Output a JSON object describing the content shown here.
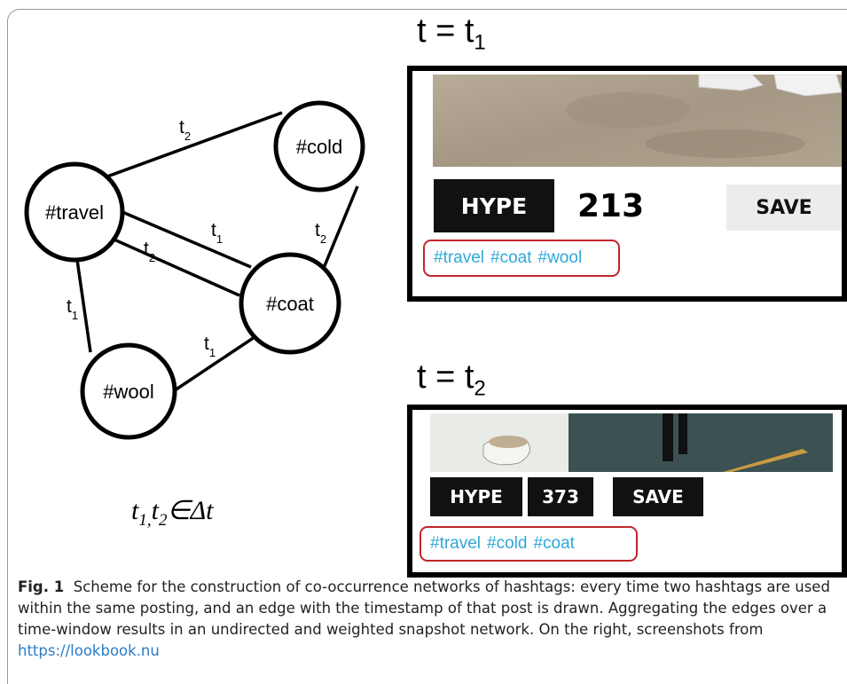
{
  "nodes": [
    {
      "id": "travel",
      "label": "#travel"
    },
    {
      "id": "cold",
      "label": "#cold"
    },
    {
      "id": "coat",
      "label": "#coat"
    },
    {
      "id": "wool",
      "label": "#wool"
    }
  ],
  "edges": [
    {
      "from": "travel",
      "to": "cold",
      "t": "t",
      "sub": "2"
    },
    {
      "from": "travel",
      "to": "coat",
      "t": "t",
      "sub": "1"
    },
    {
      "from": "travel",
      "to": "coat",
      "t": "t",
      "sub": "2"
    },
    {
      "from": "cold",
      "to": "coat",
      "t": "t",
      "sub": "2"
    },
    {
      "from": "travel",
      "to": "wool",
      "t": "t",
      "sub": "1"
    },
    {
      "from": "wool",
      "to": "coat",
      "t": "t",
      "sub": "1"
    }
  ],
  "formula": {
    "t1": "t",
    "s1": "1,",
    "t2": "t",
    "s2": "2",
    "rest": "∈Δt"
  },
  "panel1": {
    "title": "t = t",
    "title_sub": "1",
    "hype": "HYPE",
    "count": "213",
    "save": "SAVE",
    "tags": [
      "#travel",
      "#coat",
      "#wool"
    ]
  },
  "panel2": {
    "title": "t = t",
    "title_sub": "2",
    "hype": "HYPE",
    "count": "373",
    "save": "SAVE",
    "tags": [
      "#travel",
      "#cold",
      "#coat"
    ]
  },
  "caption": {
    "label": "Fig. 1",
    "text": "Scheme for the construction of co-occurrence networks of hashtags: every time two hashtags are used within the same posting, and an edge with the timestamp of that post is drawn. Aggregating the edges over a time-window results in an undirected and weighted snapshot network. On the right, screenshots from",
    "link": "https://lookbook.nu"
  },
  "colors": {
    "tag_text": "#2ea8d8",
    "tag_border": "#c0262d",
    "link": "#2a7cc7"
  }
}
